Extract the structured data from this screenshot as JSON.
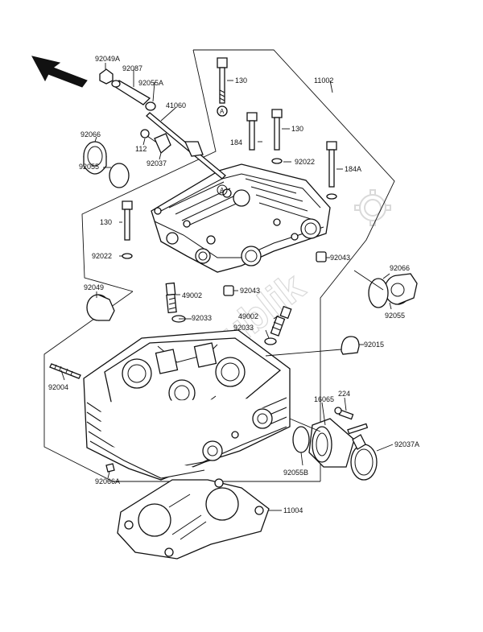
{
  "diagram": {
    "watermark": "Partsrepublik",
    "labels": {
      "p92049A": "92049A",
      "p92087": "92087",
      "p92055A": "92055A",
      "p41060": "41060",
      "p92066_top": "92066",
      "p112": "112",
      "p92037": "92037",
      "p92055_left": "92055",
      "p130_left": "130",
      "p92022_left": "92022",
      "p92049": "92049",
      "p130_top": "130",
      "p11002": "11002",
      "p184": "184",
      "p130_mid": "130",
      "p92022_right": "92022",
      "p184A": "184A",
      "p92043_right": "92043",
      "p92043_mid": "92043",
      "p92066_right": "92066",
      "p92055_right": "92055",
      "p49002_left": "49002",
      "p92033_left": "92033",
      "p49002_right": "49002",
      "p92033_right": "92033",
      "p92015": "92015",
      "p92004": "92004",
      "p16065": "16065",
      "p224": "224",
      "p92037A": "92037A",
      "p92055B": "92055B",
      "p92066A": "92066A",
      "p11004": "11004",
      "mark_A_top": "A",
      "mark_A_cover": "A"
    }
  }
}
